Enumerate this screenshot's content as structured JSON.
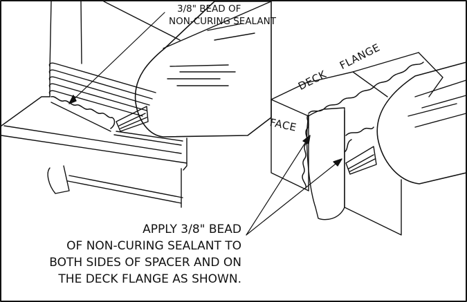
{
  "callout_top": {
    "line1": "3/8\" BEAD OF",
    "line2": "NON-CURING SEALANT"
  },
  "face_label": "FACE",
  "deck_label": "DECK",
  "flange_label": "FLANGE",
  "callout_bottom": {
    "line1": "APPLY 3/8\" BEAD",
    "line2": "OF NON-CURING SEALANT TO",
    "line3": "BOTH SIDES OF SPACER AND ON",
    "line4": "THE DECK FLANGE AS SHOWN."
  }
}
